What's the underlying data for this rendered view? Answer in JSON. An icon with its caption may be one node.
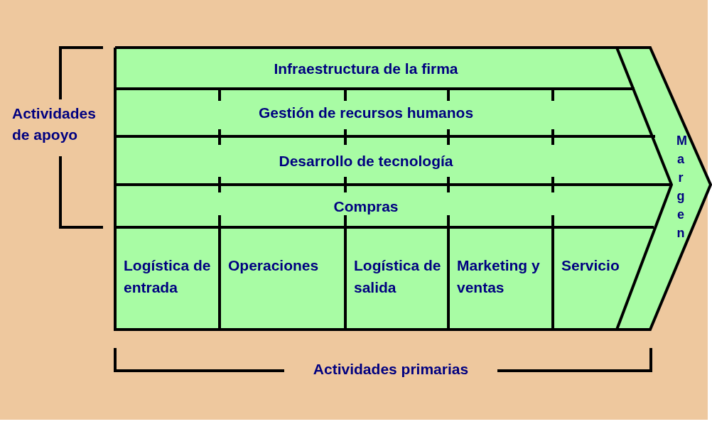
{
  "diagram": {
    "nodes": [
      {
        "text": [
          "Infraestructura de la firma"
        ]
      },
      {
        "text": [
          "Gestión de recursos humanos"
        ]
      },
      {
        "text": [
          "Desarrollo de tecnología"
        ]
      },
      {
        "text": [
          "Compras"
        ]
      },
      {
        "text": [
          "Logística de entrada"
        ]
      },
      {
        "text": [
          "Operaciones"
        ]
      },
      {
        "text": [
          "Logística de salida"
        ]
      },
      {
        "text": [
          "Marketing y ventas"
        ]
      },
      {
        "text": [
          "Servicio"
        ]
      },
      {
        "text": [
          "Margen"
        ]
      }
    ],
    "labels": [
      "Actividades de apoyo",
      "Actividades primarias"
    ]
  }
}
